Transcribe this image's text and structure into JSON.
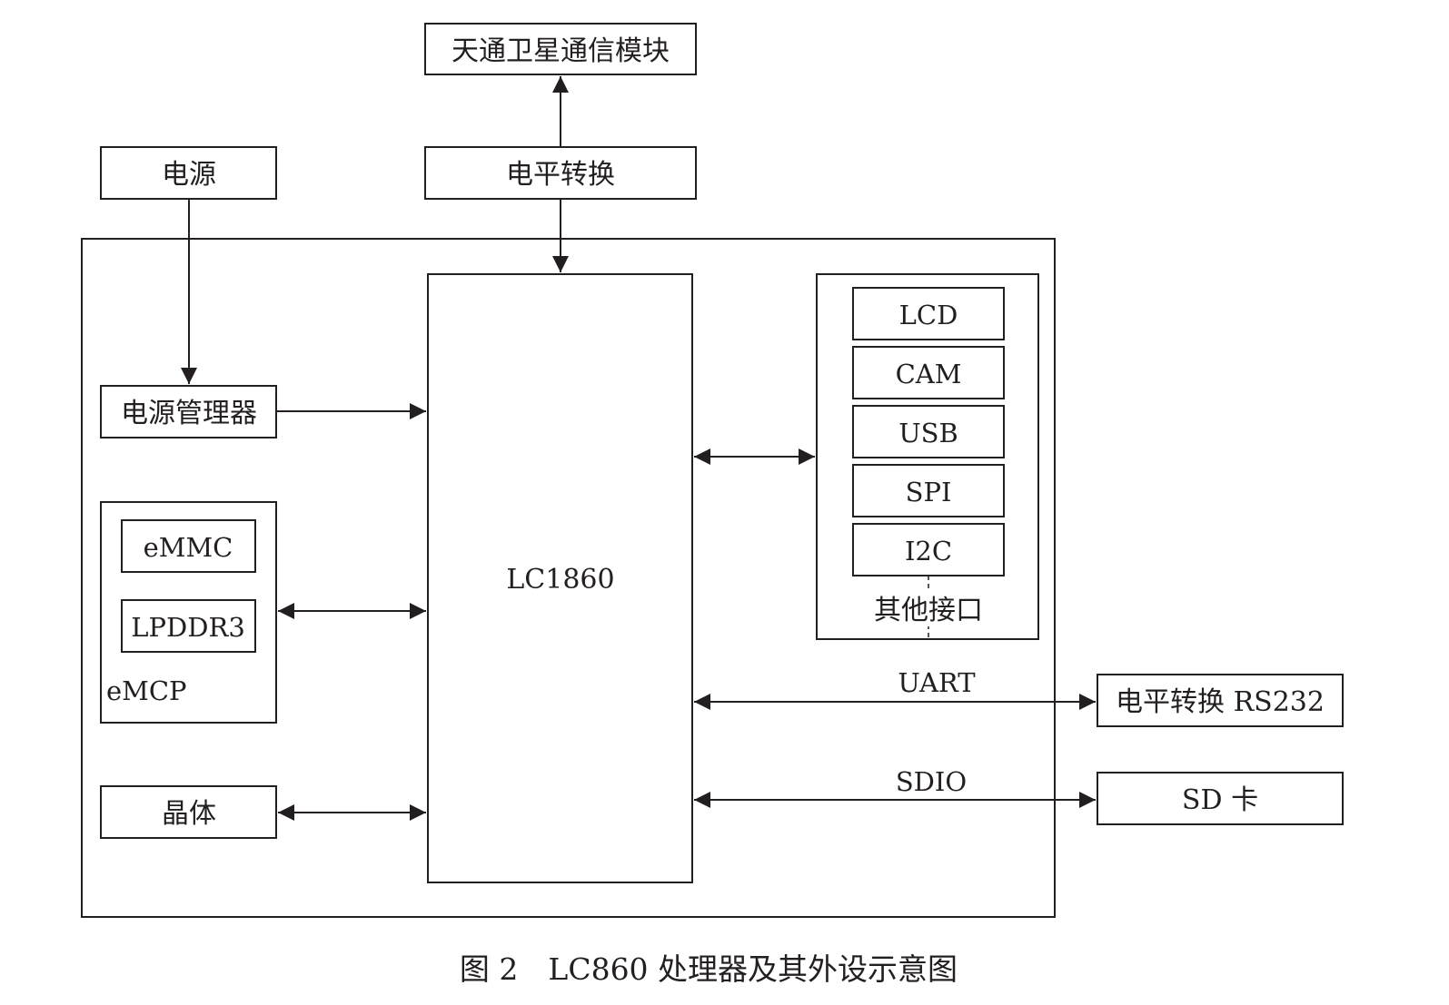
{
  "nodes": {
    "satellite_module": "天通卫星通信模块",
    "level_shift_top": "电平转换",
    "power": "电源",
    "power_manager": "电源管理器",
    "emmc": "eMMC",
    "lpddr3": "LPDDR3",
    "emcp": "eMCP",
    "crystal": "晶体",
    "cpu": "LC1860",
    "lcd": "LCD",
    "cam": "CAM",
    "usb": "USB",
    "spi": "SPI",
    "i2c": "I2C",
    "other_interfaces": "其他接口",
    "level_shift_rs232": "电平转换 RS232",
    "sd_card": "SD 卡"
  },
  "edges": {
    "uart": "UART",
    "sdio": "SDIO"
  },
  "caption": "图 2　LC860 处理器及其外设示意图",
  "colors": {
    "ink": "#231f20",
    "background": "#ffffff"
  }
}
